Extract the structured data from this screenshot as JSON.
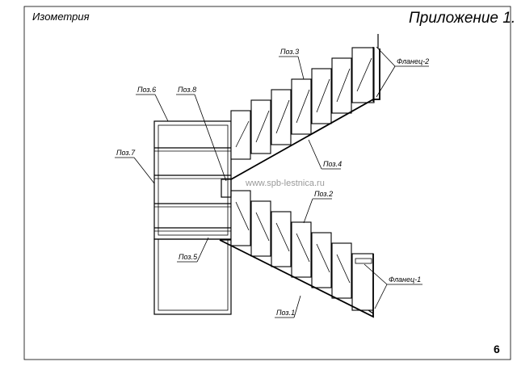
{
  "header": {
    "left_title": "Изометрия",
    "right_title": "Приложение 1."
  },
  "labels": {
    "poz1": "Поз.1",
    "poz2": "Поз.2",
    "poz3": "Поз.3",
    "poz4": "Поз.4",
    "poz5": "Поз.5",
    "poz6": "Поз.6",
    "poz7": "Поз.7",
    "poz8": "Поз.8",
    "flange1": "Фланец-1",
    "flange2": "Фланец-2"
  },
  "watermark": "www.spb-lestnica.ru",
  "page_number": "6",
  "colors": {
    "ink": "#000000",
    "watermark": "#9a9a9a",
    "paper": "#ffffff"
  }
}
